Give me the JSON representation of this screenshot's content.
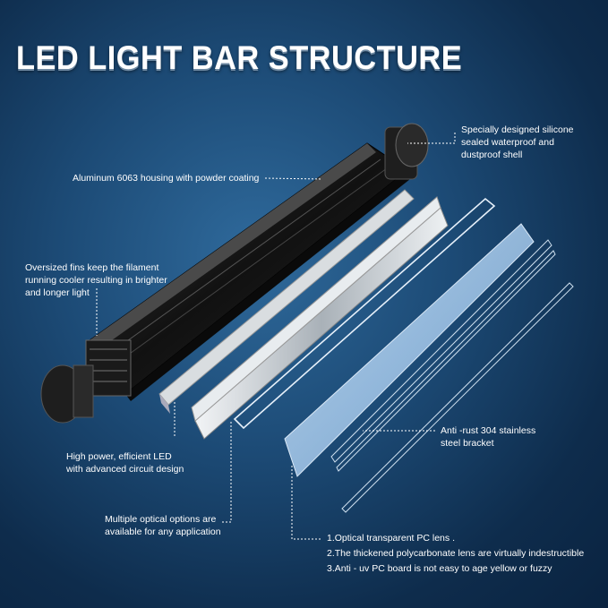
{
  "title": "LED LIGHT BAR STRUCTURE",
  "callouts": {
    "silicone": [
      "Specially designed silicone",
      "sealed waterproof and",
      "dustproof shell"
    ],
    "housing": "Aluminum 6063 housing with powder coating",
    "fins": [
      "Oversized fins keep the filament",
      "running cooler resulting in brighter",
      "and longer light"
    ],
    "bracket": [
      "Anti -rust 304 stainless",
      "steel bracket"
    ],
    "led": [
      "High power, efficient LED",
      "with advanced circuit design"
    ],
    "optical": [
      "Multiple optical options are",
      "available for any application"
    ],
    "lens": [
      "1.Optical transparent PC lens .",
      "2.The thickened polycarbonate lens are virtually indestructible",
      "3.Anti - uv PC board is not easy to age yellow or fuzzy"
    ]
  },
  "colors": {
    "background": "#1c4a75",
    "text": "#ffffff",
    "housing": "#1c1c1c",
    "pcb": "#d9dde0",
    "lens": "#9fc4e8"
  }
}
